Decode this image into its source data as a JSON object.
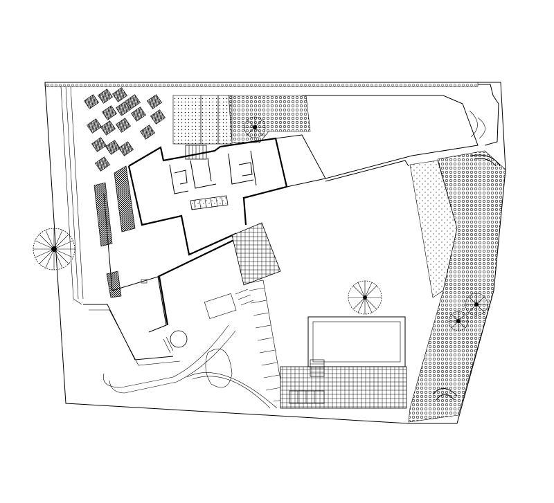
{
  "drawing": {
    "type": "architectural site plan",
    "line_color": "#000000",
    "background": "#ffffff",
    "hatches": {
      "dots": "stipple-pattern",
      "circles": "circle-pattern",
      "dense": "cross-hatch-pattern"
    }
  }
}
